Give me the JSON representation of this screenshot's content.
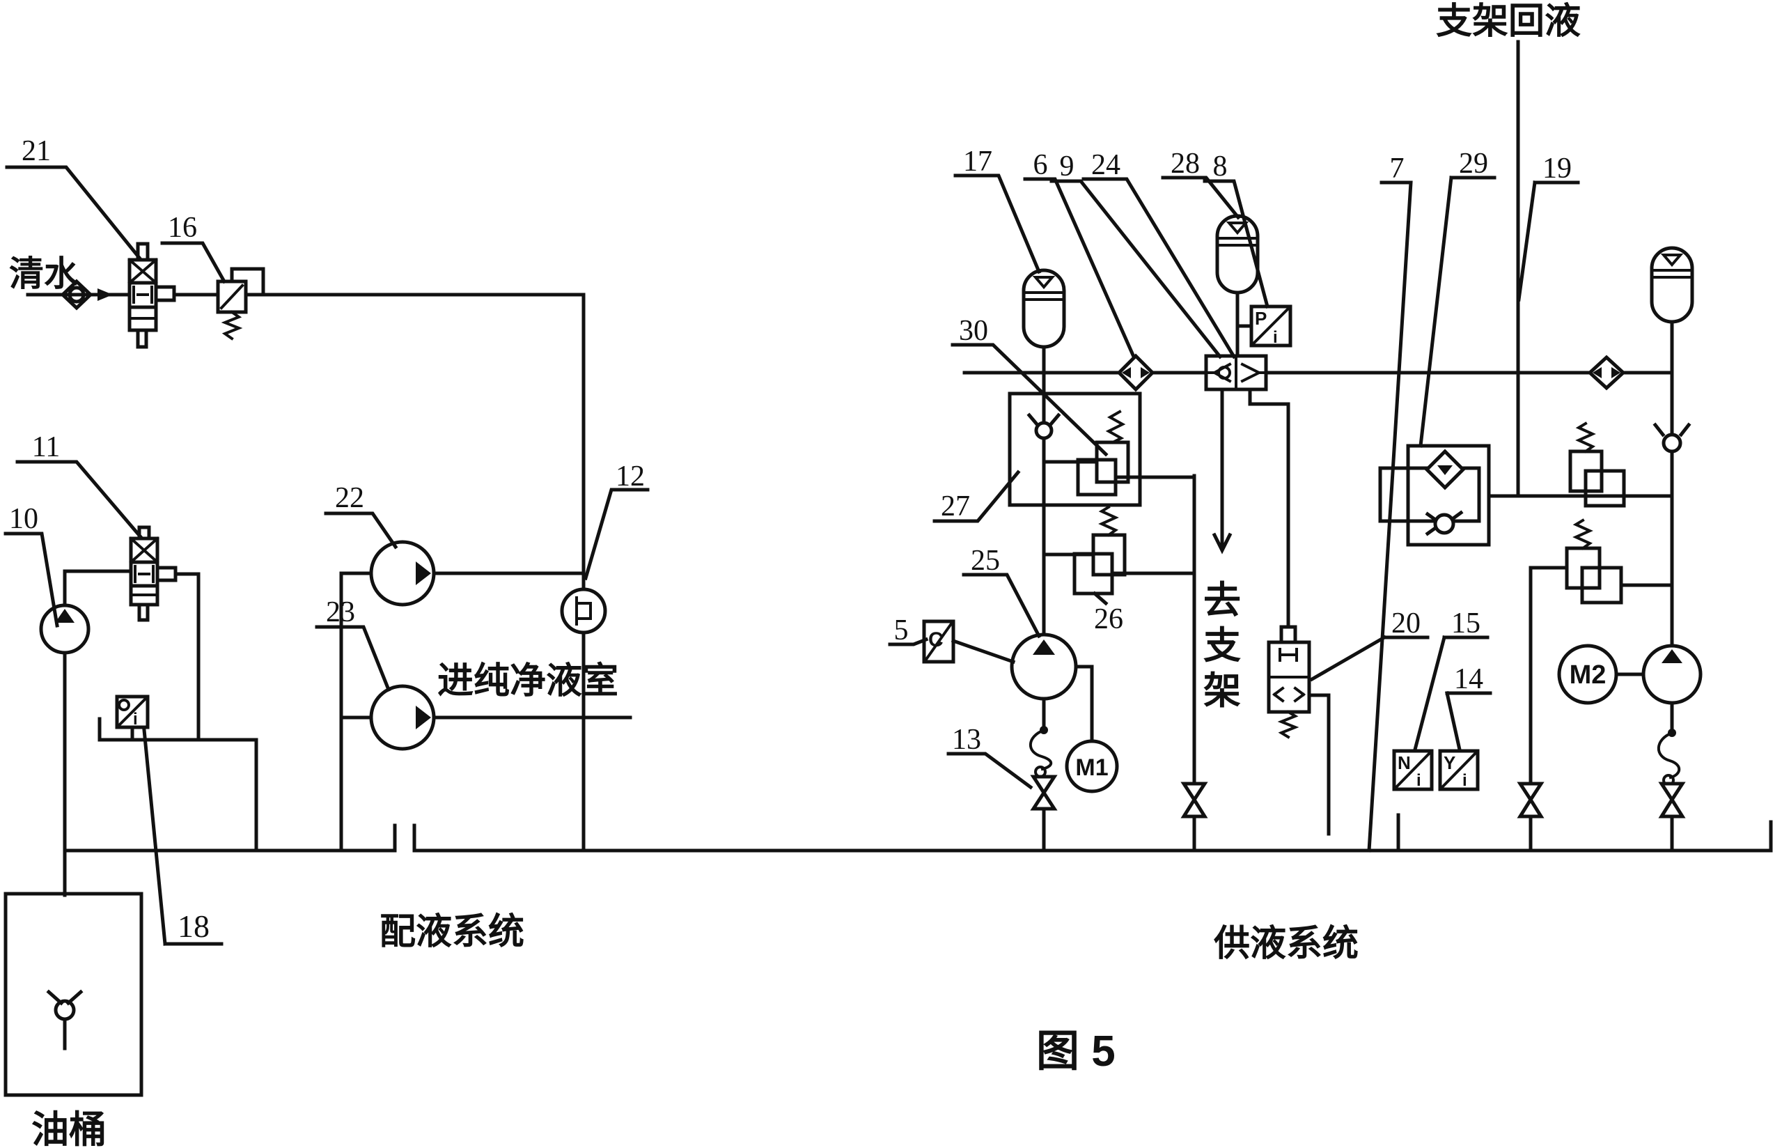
{
  "title": "图 5",
  "systems": {
    "left_system_label": "配液系统",
    "right_system_label": "供液系统"
  },
  "texts": {
    "clean_water": "清水",
    "oil_tank": "油桶",
    "to_pure_liquid_chamber": "进纯净液室",
    "to_support_char1": "去",
    "to_support_char2": "支",
    "to_support_char3": "架",
    "support_return": "支架回液",
    "motor1": "M1",
    "motor2": "M2",
    "sensor_c": "C",
    "sensor_p": "P",
    "sensor_n": "N",
    "sensor_y": "Y",
    "sensor_i": "i"
  },
  "part_numbers": {
    "n5": "5",
    "n6": "6",
    "n7": "7",
    "n8": "8",
    "n9": "9",
    "n10": "10",
    "n11": "11",
    "n12": "12",
    "n13": "13",
    "n14": "14",
    "n15": "15",
    "n16": "16",
    "n17": "17",
    "n18": "18",
    "n19": "19",
    "n20": "20",
    "n21": "21",
    "n22": "22",
    "n23": "23",
    "n24": "24",
    "n25": "25",
    "n26": "26",
    "n27": "27",
    "n28": "28",
    "n29": "29",
    "n30": "30"
  }
}
